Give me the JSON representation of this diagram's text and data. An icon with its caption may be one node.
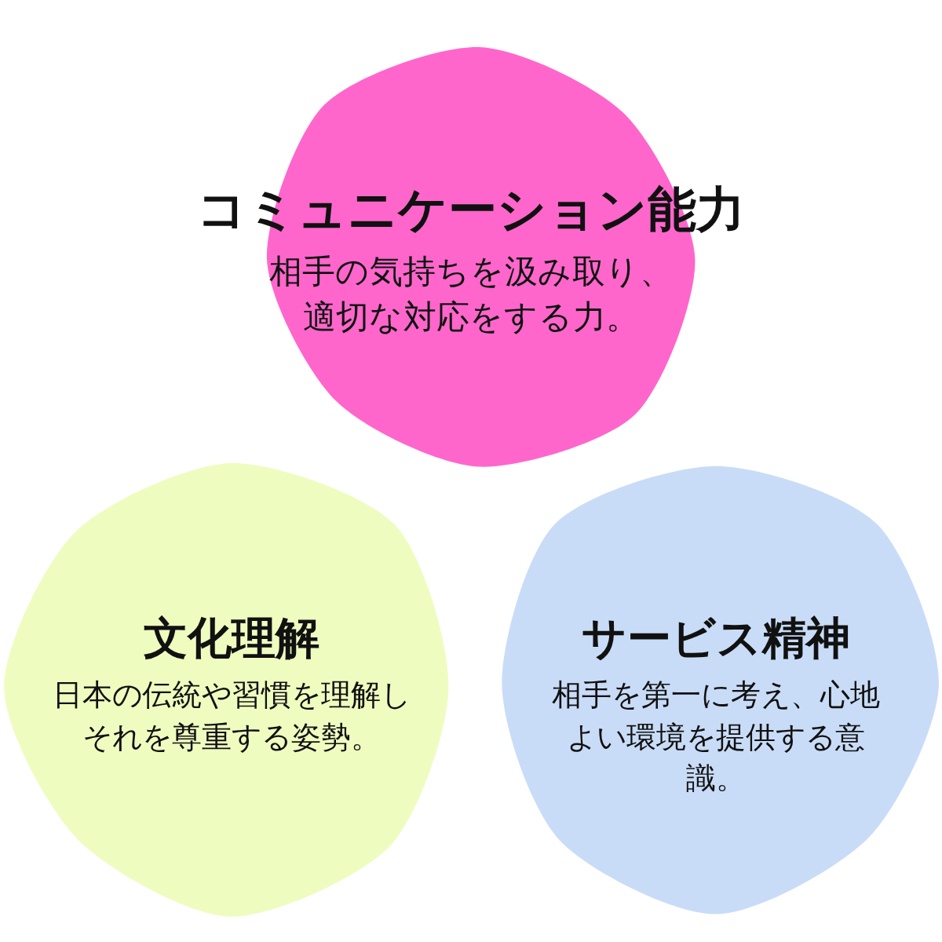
{
  "diagram": {
    "nodes": [
      {
        "text": [
          "コミュニケーション能力",
          "相手の気持ちを汲み取り、適切な対応をする力。"
        ]
      },
      {
        "text": [
          "文化理解",
          "日本の伝統や習慣を理解しそれを尊重する姿勢。"
        ]
      },
      {
        "text": [
          "サービス精神",
          "相手を第一に考え、心地よい環境を提供する意識。"
        ]
      }
    ]
  }
}
